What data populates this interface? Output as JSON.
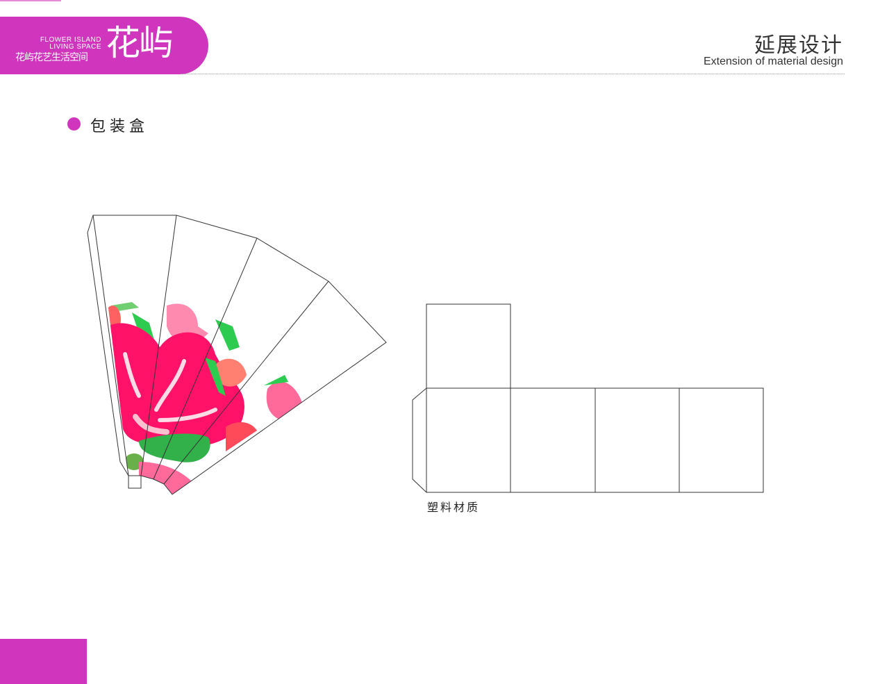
{
  "header": {
    "logo": {
      "en_line1": "FLOWER ISLAND",
      "en_line2": "LIVING SPACE",
      "cn_name": "花屿花艺生活空间",
      "mark": "花屿"
    },
    "title": "延展设计",
    "subtitle": "Extension of material design"
  },
  "section": {
    "title": "包装盒"
  },
  "box_net": {
    "material_label": "塑料材质"
  },
  "colors": {
    "brand": "#d035bd",
    "flower_pink": "#ff1268",
    "leaf_green": "#2fb84a"
  }
}
